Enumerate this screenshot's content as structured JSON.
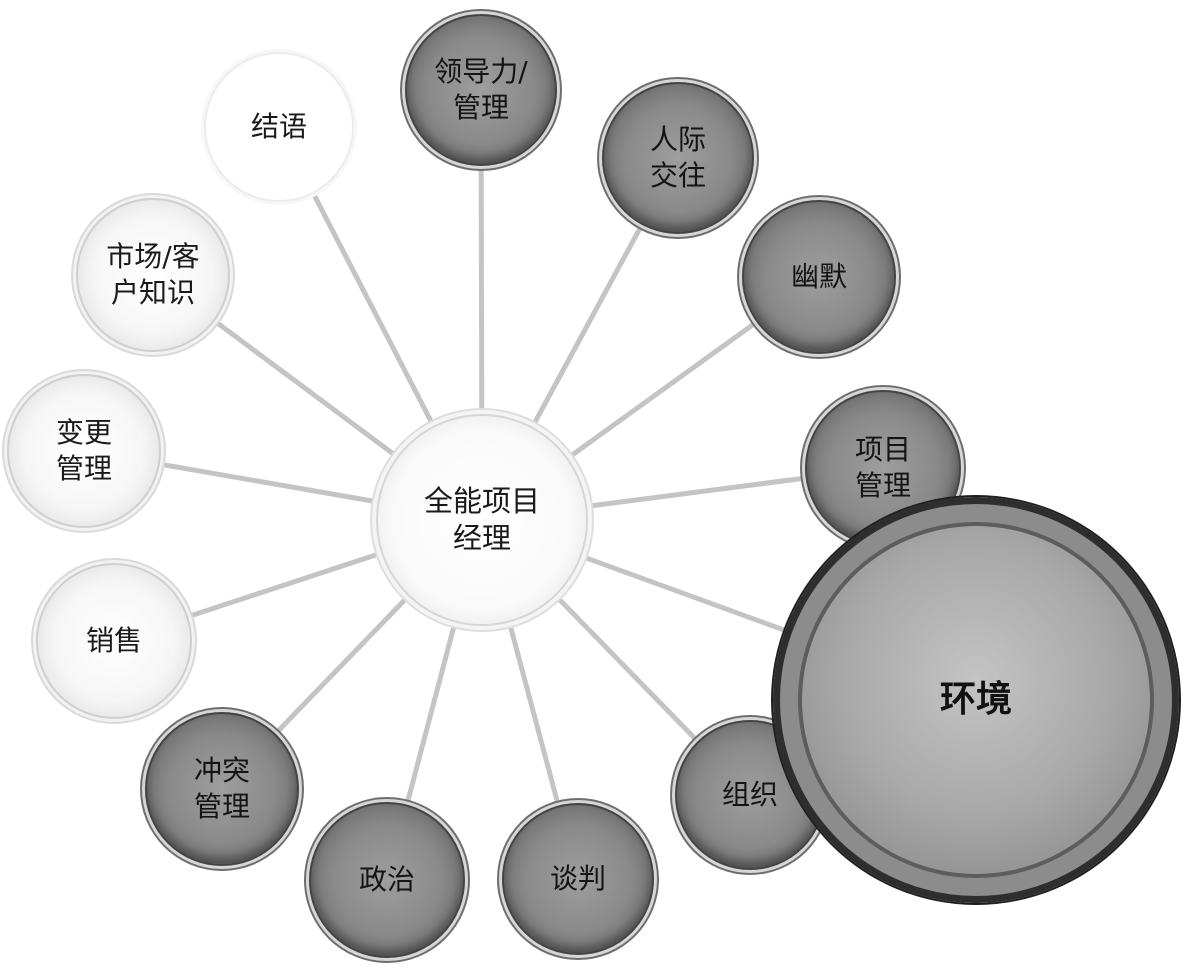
{
  "diagram": {
    "center": {
      "id": "center",
      "label": "全能项目\n经理",
      "style": "center"
    },
    "nodes": [
      {
        "id": "leadership",
        "label": "领导力/\n管理",
        "style": "dark"
      },
      {
        "id": "interpersonal",
        "label": "人际\n交往",
        "style": "dark"
      },
      {
        "id": "humor",
        "label": "幽默",
        "style": "dark"
      },
      {
        "id": "pm",
        "label": "项目\n管理",
        "style": "dark"
      },
      {
        "id": "environment",
        "label": "环境",
        "style": "big"
      },
      {
        "id": "organization",
        "label": "组织",
        "style": "dark"
      },
      {
        "id": "negotiation",
        "label": "谈判",
        "style": "dark"
      },
      {
        "id": "politics",
        "label": "政治",
        "style": "dark"
      },
      {
        "id": "conflict",
        "label": "冲突\n管理",
        "style": "dark"
      },
      {
        "id": "sales",
        "label": "销售",
        "style": "light"
      },
      {
        "id": "change",
        "label": "变更\n管理",
        "style": "light"
      },
      {
        "id": "market",
        "label": "市场/客\n户知识",
        "style": "light"
      },
      {
        "id": "conclusion",
        "label": "结语",
        "style": "white"
      }
    ]
  }
}
